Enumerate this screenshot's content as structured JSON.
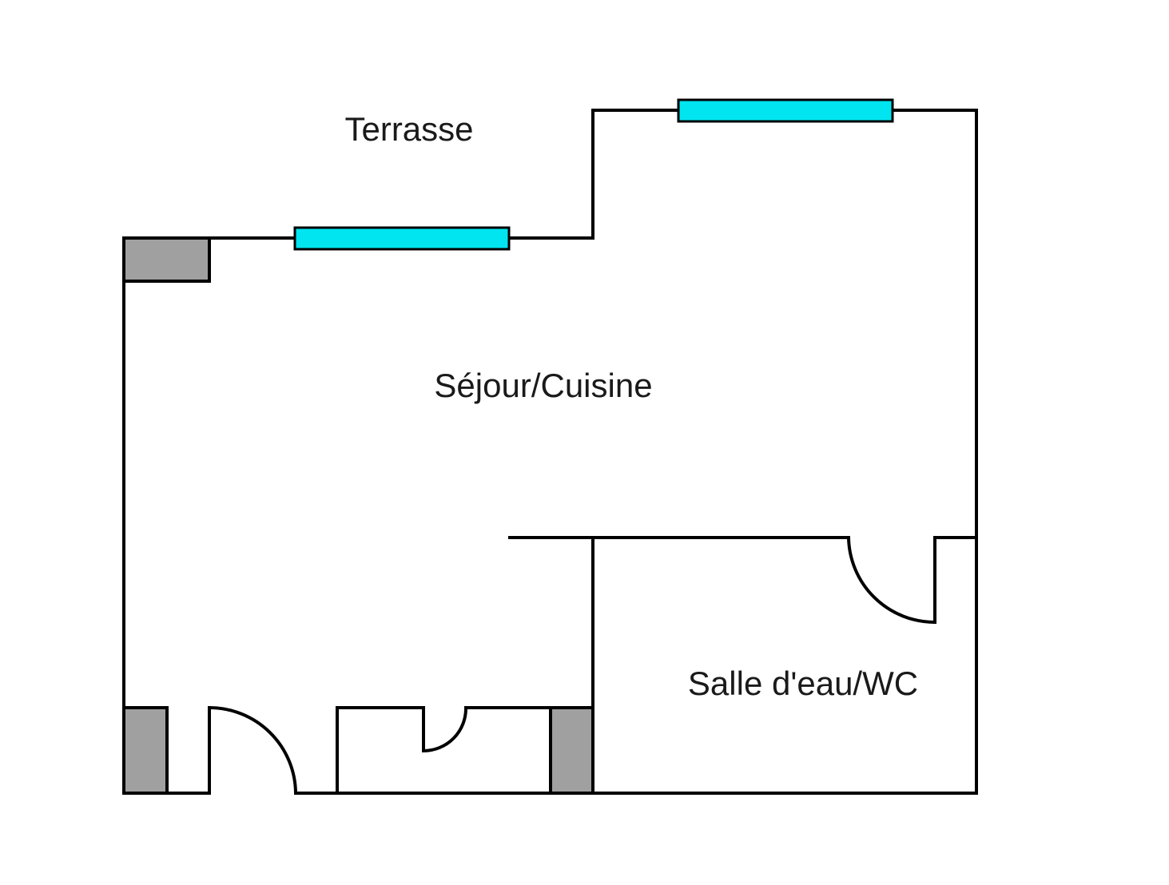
{
  "rooms": {
    "terrace": "Terrasse",
    "living_kitchen": "Séjour/Cuisine",
    "bathroom": "Salle d'eau/WC"
  },
  "colors": {
    "wall": "#000000",
    "window": "#00e5ef",
    "pillar": "#a0a0a0",
    "background": "#ffffff"
  }
}
